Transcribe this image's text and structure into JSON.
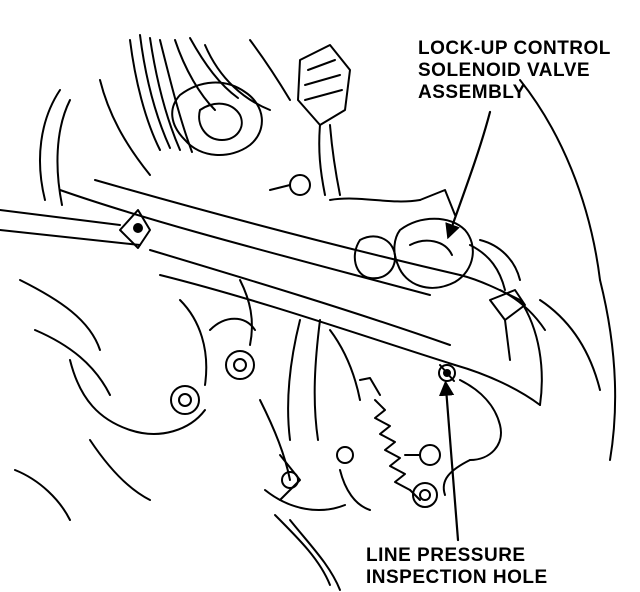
{
  "labels": {
    "lockup_solenoid": {
      "line1": "LOCK-UP CONTROL",
      "line2": "SOLENOID VALVE",
      "line3": "ASSEMBLY"
    },
    "line_pressure": {
      "line1": "LINE PRESSURE",
      "line2": "INSPECTION HOLE"
    }
  },
  "colors": {
    "ink": "#000000",
    "paper": "#ffffff"
  }
}
